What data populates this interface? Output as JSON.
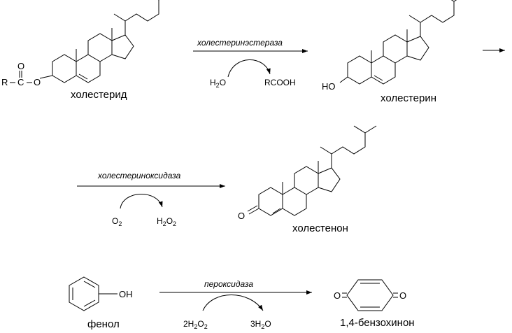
{
  "molecules": {
    "cholesteride": {
      "name": "холестерид",
      "r": "R",
      "c": "C",
      "o_carbonyl": "O",
      "o_ester": "O"
    },
    "cholesterol": {
      "name": "холестерин",
      "ho": "HO"
    },
    "cholestenone": {
      "name": "холестенон",
      "o": "O"
    },
    "phenol": {
      "name": "фенол",
      "oh": "OH"
    },
    "benzoquinone": {
      "name": "1,4-бензохинон",
      "o_left": "O",
      "o_right": "O"
    }
  },
  "reactions": [
    {
      "enzyme": "холестеринэстераза",
      "substrate": "H",
      "substrate_sub": "2",
      "substrate_rest": "O",
      "product": "RCOOH"
    },
    {
      "enzyme": "холестериноксидаза",
      "substrate": "O",
      "substrate_sub": "2",
      "product": "H",
      "product_sub1": "2",
      "product_mid": "O",
      "product_sub2": "2"
    },
    {
      "enzyme": "пероксидаза",
      "substrate_prefix": "2H",
      "substrate_sub1": "2",
      "substrate_mid": "O",
      "substrate_sub2": "2",
      "product_prefix": "3H",
      "product_sub": "2",
      "product_rest": "O"
    }
  ]
}
